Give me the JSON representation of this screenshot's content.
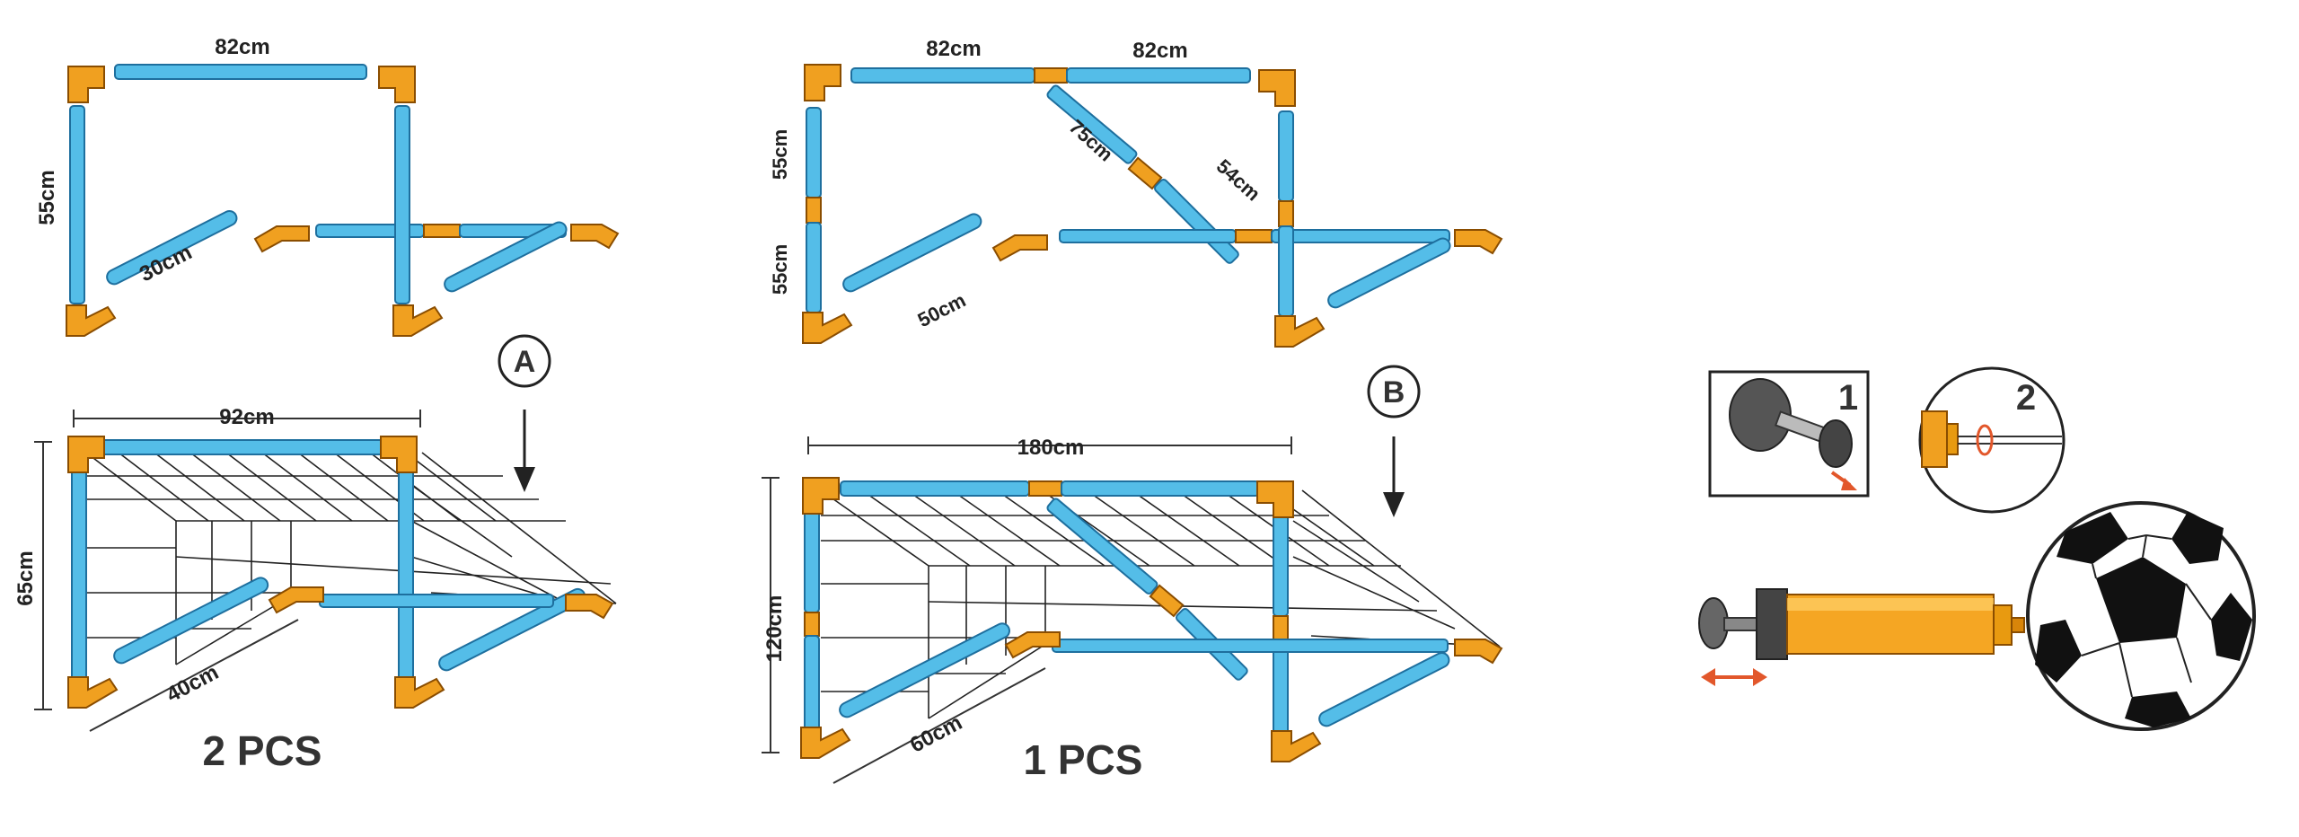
{
  "colors": {
    "pipe": "#54bde8",
    "joint": "#f0a020",
    "net": "#222222",
    "text": "#333333"
  },
  "setA": {
    "marker": "A",
    "parts": {
      "top": "82cm",
      "side": "55cm",
      "base": "30cm"
    },
    "assembled": {
      "width": "92cm",
      "height": "65cm",
      "depth": "40cm"
    },
    "count": "2 PCS"
  },
  "setB": {
    "marker": "B",
    "parts": {
      "top_left": "82cm",
      "top_right": "82cm",
      "side_upper": "55cm",
      "side_lower": "55cm",
      "diag_long": "75cm",
      "diag_short": "54cm",
      "base": "50cm"
    },
    "assembled": {
      "width": "180cm",
      "height": "120cm",
      "depth": "60cm"
    },
    "count": "1 PCS"
  },
  "pump": {
    "step1": "1",
    "step2": "2"
  },
  "icons": [
    "arrow-down-icon",
    "pump-icon",
    "soccer-ball-icon",
    "needle-icon",
    "double-arrow-icon",
    "rotate-icon"
  ]
}
